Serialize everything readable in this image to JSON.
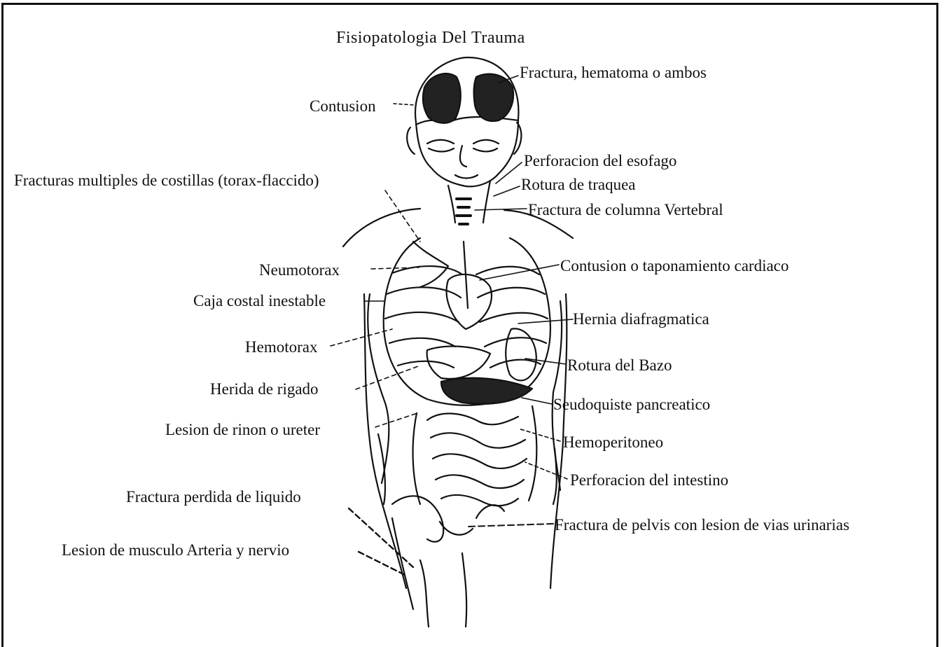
{
  "title": "Fisiopatologia Del Trauma",
  "colors": {
    "ink": "#111111",
    "paper": "#ffffff"
  },
  "labels": {
    "head_fracture": "Fractura, hematoma o ambos",
    "contusion": "Contusion",
    "esophagus": "Perforacion del esofago",
    "trachea": "Rotura de traquea",
    "spine": "Fractura de columna Vertebral",
    "multiple_rib_fractures": "Fracturas multiples de costillas (torax-flaccido)",
    "pneumothorax": "Neumotorax",
    "cardiac": "Contusion o taponamiento cardiaco",
    "unstable_ribcage": "Caja costal inestable",
    "diaphragm": "Hernia diafragmatica",
    "hemothorax": "Hemotorax",
    "spleen": "Rotura del Bazo",
    "liver": "Herida de rigado",
    "pancreas": "Seudoquiste pancreatico",
    "kidney": "Lesion de rinon o ureter",
    "hemoperitoneum": "Hemoperitoneo",
    "intestine": "Perforacion del intestino",
    "fluid_loss": "Fractura perdida de liquido",
    "pelvis": "Fractura de pelvis con lesion de vias urinarias",
    "muscle": "Lesion de musculo Arteria y nervio"
  }
}
